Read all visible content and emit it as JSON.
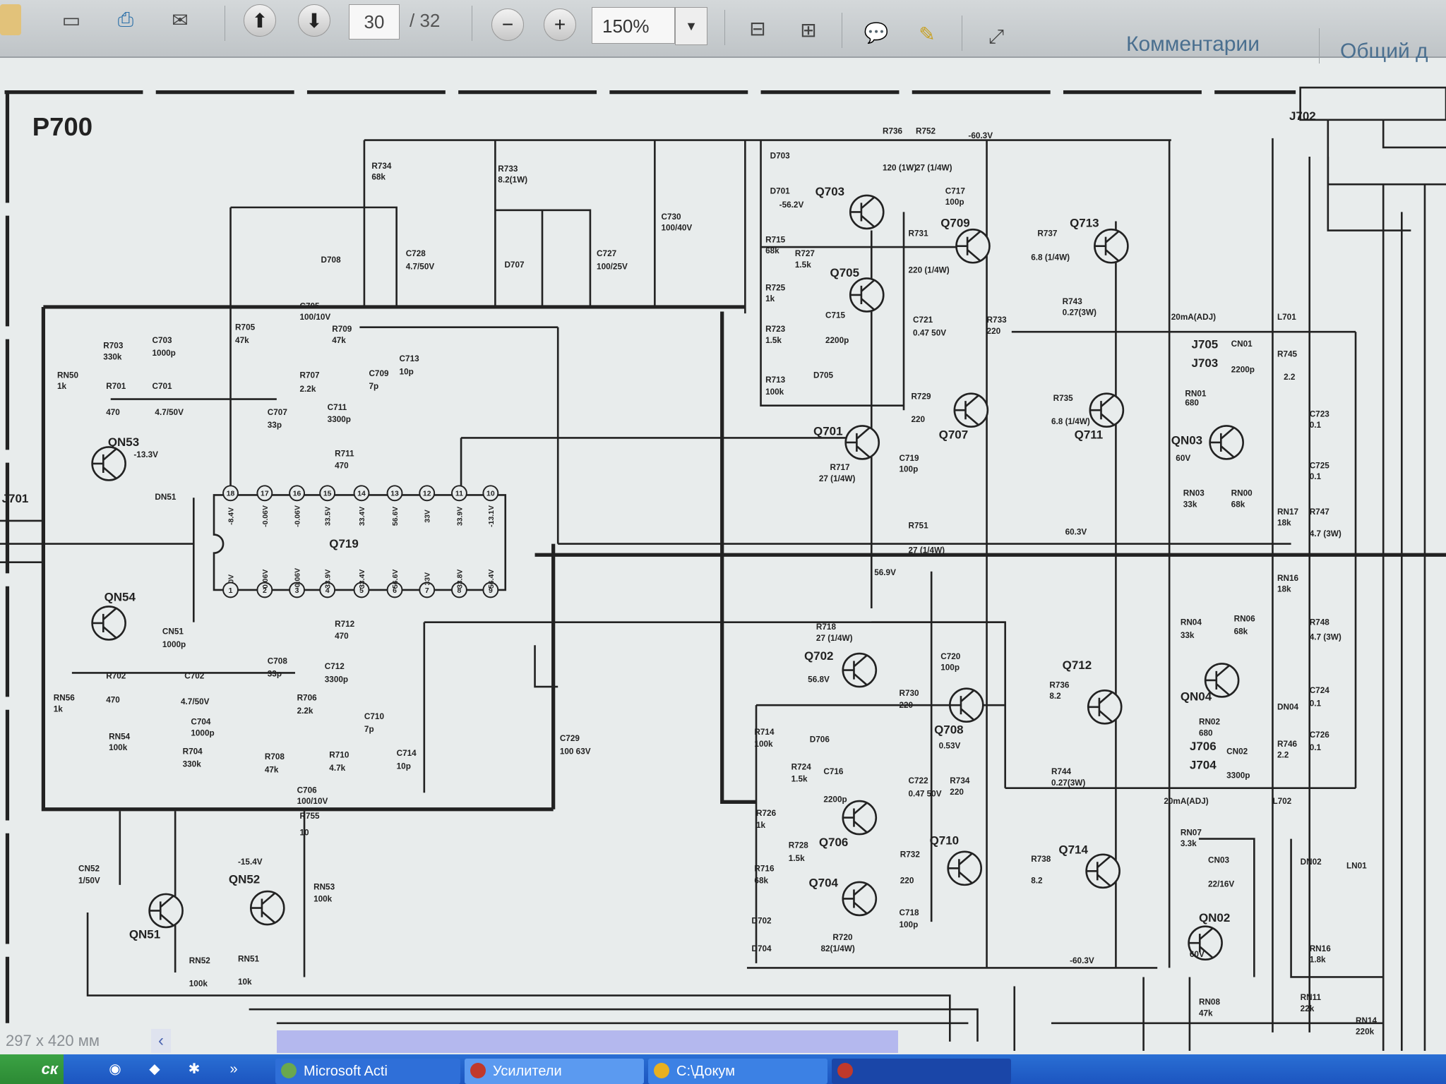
{
  "toolbar": {
    "page_current": "30",
    "page_total": "/ 32",
    "zoom": "150%",
    "comments_label": "Комментарии",
    "share_label": "Общий д",
    "icons": [
      "save-icon",
      "print-icon",
      "email-icon",
      "prev-page-icon",
      "next-page-icon",
      "zoom-out-icon",
      "zoom-in-icon",
      "fit-page-icon",
      "fit-width-icon",
      "comment-icon",
      "highlight-icon",
      "fullscreen-icon"
    ]
  },
  "schematic": {
    "title": "P700",
    "labels": [
      "R734",
      "68k",
      "R733",
      "8.2(1W)",
      "C730",
      "100/40V",
      "D708",
      "C728",
      "4.7/50V",
      "D707",
      "C727",
      "100/25V",
      "D703",
      "D701",
      "R736",
      "120 (1W)",
      "R752",
      "27 (1/4W)",
      "-60.3V",
      "J702",
      "Q703",
      "-56.2V",
      "Q709",
      "Q713",
      "R737",
      "6.8 (1/4W)",
      "Q705",
      "R731",
      "220 (1/4W)",
      "C717",
      "100p",
      "R743",
      "0.27(3W)",
      "R733",
      "220",
      "C721",
      "0.47 50V",
      "C715",
      "2200p",
      "R715",
      "68k",
      "R727",
      "1.5k",
      "R725",
      "1k",
      "R723",
      "1.5k",
      "R713",
      "100k",
      "D705",
      "Q701",
      "Q707",
      "Q711",
      "R729",
      "220",
      "R735",
      "6.8 (1/4W)",
      "R717",
      "27 (1/4W)",
      "C719",
      "100p",
      "R751",
      "27 (1/4W)",
      "60.3V",
      "56.9V",
      "20mA(ADJ)",
      "L701",
      "J705",
      "J703",
      "CN01",
      "2200p",
      "R745",
      "2.2",
      "RN01",
      "680",
      "QN03",
      "60V",
      "C723",
      "0.1",
      "C725",
      "0.1",
      "RN03",
      "33k",
      "RN00",
      "68k",
      "RN17",
      "18k",
      "R747",
      "4.7 (3W)",
      "R703",
      "330k",
      "C703",
      "1000p",
      "R705",
      "47k",
      "C705",
      "100/10V",
      "R709",
      "47k",
      "C713",
      "10p",
      "RN50",
      "1k",
      "R701",
      "470",
      "C701",
      "4.7/50V",
      "C707",
      "33p",
      "R707",
      "2.2k",
      "C709",
      "7p",
      "C711",
      "3300p",
      "R711",
      "470",
      "QN53",
      "-13.3V",
      "DN51",
      "J701",
      "Q719",
      "QN54",
      "CN51",
      "1000p",
      "RN56",
      "1k",
      "R702",
      "470",
      "C702",
      "4.7/50V",
      "C708",
      "33p",
      "C712",
      "3300p",
      "R712",
      "470",
      "R706",
      "2.2k",
      "C710",
      "7p",
      "C714",
      "10p",
      "RN54",
      "100k",
      "C704",
      "1000p",
      "R704",
      "330k",
      "R708",
      "47k",
      "R710",
      "4.7k",
      "C706",
      "100/10V",
      "R755",
      "10",
      "C729",
      "100 63V",
      "CN52",
      "1/50V",
      "QN52",
      "-15.4V",
      "RN53",
      "100k",
      "QN51",
      "RN52",
      "100k",
      "RN51",
      "10k",
      "R718",
      "27 (1/4W)",
      "Q702",
      "56.8V",
      "C720",
      "100p",
      "R730",
      "220",
      "Q708",
      "0.53V",
      "Q712",
      "R736",
      "8.2",
      "R714",
      "100k",
      "D706",
      "R724",
      "1.5k",
      "C716",
      "2200p",
      "C722",
      "0.47 50V",
      "R734",
      "220",
      "R744",
      "0.27(3W)",
      "R726",
      "1k",
      "R728",
      "1.5k",
      "Q706",
      "Q710",
      "Q714",
      "R716",
      "68k",
      "Q704",
      "R732",
      "220",
      "R738",
      "8.2",
      "C718",
      "100p",
      "R720",
      "82(1/4W)",
      "D702",
      "D704",
      "-60.3V",
      "QN04",
      "RN04",
      "33k",
      "RN06",
      "68k",
      "RN02",
      "680",
      "J706",
      "J704",
      "CN02",
      "3300p",
      "R746",
      "2.2",
      "L702",
      "20mA(ADJ)",
      "C724",
      "0.1",
      "C726",
      "0.1",
      "DN04",
      "R748",
      "4.7 (3W)",
      "RN16",
      "18k",
      "RN07",
      "3.3k",
      "CN03",
      "22/16V",
      "DN02",
      "LN01",
      "QN02",
      "60V",
      "RN16",
      "1.8k",
      "RN08",
      "47k",
      "RN11",
      "22k",
      "RN14",
      "220k"
    ],
    "ic_pins_top": [
      "18",
      "17",
      "16",
      "15",
      "14",
      "13",
      "12",
      "11",
      "10"
    ],
    "ic_pins_bottom": [
      "1",
      "2",
      "3",
      "4",
      "5",
      "6",
      "7",
      "8",
      "9"
    ],
    "ic_volts_top": [
      "-8.4V",
      "-0.06V",
      "-0.06V",
      "33.5V",
      "33.4V",
      "56.6V",
      "33V",
      "33.9V",
      "-13.1V"
    ],
    "ic_volts_bottom": [
      "0V",
      "0.06V",
      "-0.06V",
      "33.9V",
      "33.4V",
      "56.6V",
      "33V",
      "33.8V",
      "56.4V"
    ]
  },
  "status": {
    "page_size": "297 x 420 мм"
  },
  "taskbar": {
    "start_label": "ск",
    "overflow": "»",
    "tasks": [
      "Microsoft Acti",
      "Усилители",
      "C:\\Докум"
    ]
  }
}
